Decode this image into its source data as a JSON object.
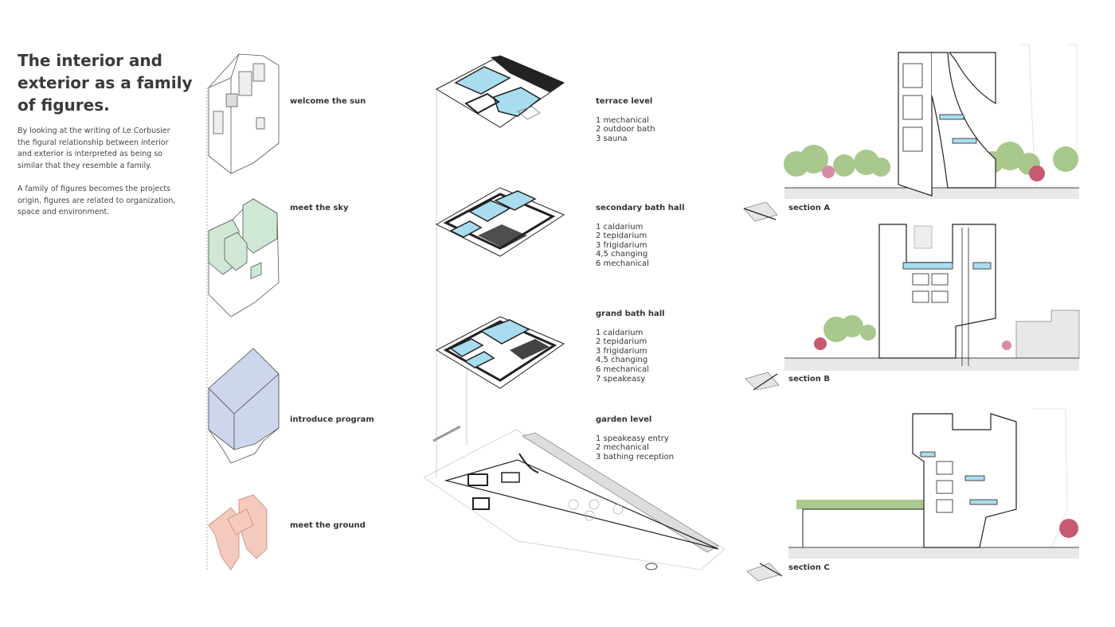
{
  "intro": {
    "title_lines": [
      "The interior and",
      "exterior as a family",
      "of figures."
    ],
    "paragraphs": [
      [
        "By looking at the writing of Le Corbusier",
        "the figural relationship between interior",
        "and exterior is interpreted as being so",
        "similar that they resemble a family."
      ],
      [
        "A family of figures becomes the projects",
        "origin, figures are related to organization,",
        "space and environment."
      ]
    ]
  },
  "steps": [
    {
      "label": "welcome the sun"
    },
    {
      "label": "meet the sky",
      "color": "#cfe8d6"
    },
    {
      "label": "introduce program",
      "color": "#cdd6ec"
    },
    {
      "label": "meet the ground",
      "color": "#f4c9be"
    }
  ],
  "levels": [
    {
      "title": "terrace level",
      "items": [
        "1 mechanical",
        "2 outdoor bath",
        "3 sauna"
      ]
    },
    {
      "title": "secondary bath hall",
      "items": [
        "1 caldarium",
        "2 tepidarium",
        "3 frigidarium",
        "4,5 changing",
        "6 mechanical"
      ]
    },
    {
      "title": "grand bath hall",
      "items": [
        "1 caldarium",
        "2 tepidarium",
        "3 frigidarium",
        "4,5 changing",
        "6 mechanical",
        "7 speakeasy"
      ]
    },
    {
      "title": "garden level",
      "items": [
        "1 speakeasy entry",
        "2 mechanical",
        "3 bathing reception"
      ]
    }
  ],
  "sections": [
    {
      "label": "section A"
    },
    {
      "label": "section B"
    },
    {
      "label": "section C"
    }
  ],
  "colors": {
    "pool": "#a9dcef",
    "tree": "#9bbf7a",
    "tree_pink": "#d98aa6",
    "tree_red": "#c65a6e",
    "ink": "#222222"
  }
}
